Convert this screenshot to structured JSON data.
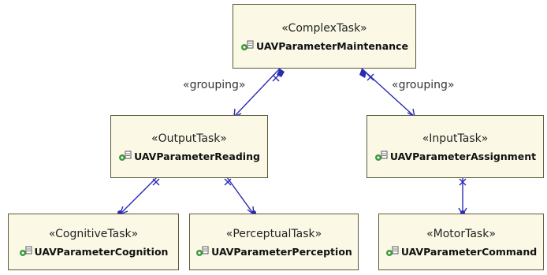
{
  "nodes": {
    "complex": {
      "stereotype": "«ComplexTask»",
      "name": "UAVParameterMaintenance",
      "icon": "class-element-icon"
    },
    "output": {
      "stereotype": "«OutputTask»",
      "name": "UAVParameterReading",
      "icon": "class-element-icon"
    },
    "input": {
      "stereotype": "«InputTask»",
      "name": "UAVParameterAssignment",
      "icon": "class-element-icon"
    },
    "cognitive": {
      "stereotype": "«CognitiveTask»",
      "name": "UAVParameterCognition",
      "icon": "class-element-icon"
    },
    "perceptual": {
      "stereotype": "«PerceptualTask»",
      "name": "UAVParameterPerception",
      "icon": "class-element-icon"
    },
    "motor": {
      "stereotype": "«MotorTask»",
      "name": "UAVParameterCommand",
      "icon": "class-element-icon"
    }
  },
  "edge_labels": {
    "left_grouping": "«grouping»",
    "right_grouping": "«grouping»"
  },
  "colors": {
    "edge": "#2a2ab5",
    "node_fill": "#fbf9e6",
    "node_border": "#5a5a3a"
  }
}
